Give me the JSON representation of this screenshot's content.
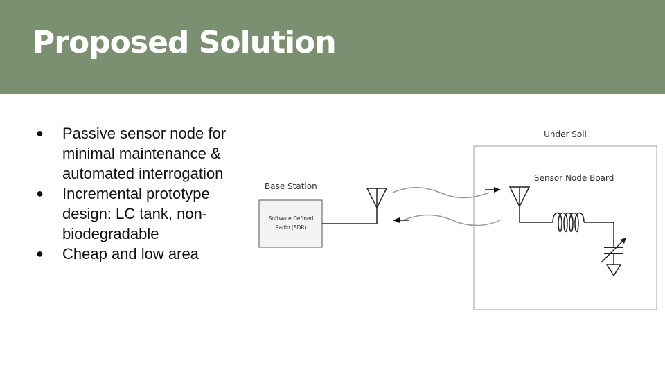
{
  "slide": {
    "title": "Proposed Solution",
    "accent_color": "#7b8f71"
  },
  "bullets": [
    "Passive sensor node for minimal maintenance & automated interrogation",
    "Incremental prototype design: LC tank, non-biodegradable",
    "Cheap and low area"
  ],
  "diagram": {
    "under_soil_label": "Under Soil",
    "base_station_label": "Base Station",
    "sdr_line1": "Software Defined",
    "sdr_line2": "Radio (SDR)",
    "sensor_board_label": "Sensor Node Board"
  }
}
